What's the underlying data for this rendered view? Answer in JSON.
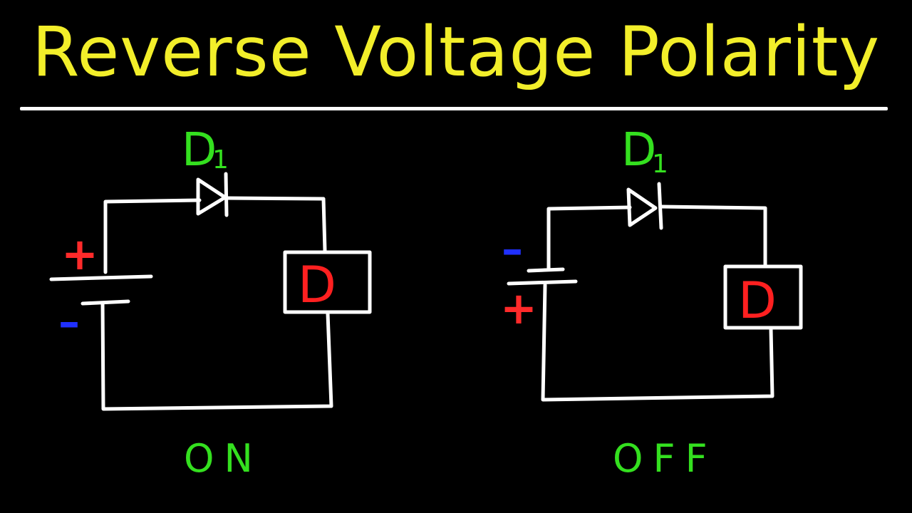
{
  "title": "Reverse Voltage Polarity",
  "colors": {
    "background": "#000000",
    "title": "#f2ee2a",
    "wire": "#ffffff",
    "diode_label": "#34e01f",
    "status_label": "#34e01f",
    "load_label": "#ff2020",
    "plus_sign": "#ff2a2a",
    "minus_sign": "#2030ff"
  },
  "circuits": [
    {
      "diode_label_main": "D",
      "diode_label_sub": "1",
      "battery_top_sign": "+",
      "battery_bottom_sign": "–",
      "load_label": "D",
      "status": "ON"
    },
    {
      "diode_label_main": "D",
      "diode_label_sub": "1",
      "battery_top_sign": "–",
      "battery_bottom_sign": "+",
      "load_label": "D",
      "status": "OFF"
    }
  ]
}
